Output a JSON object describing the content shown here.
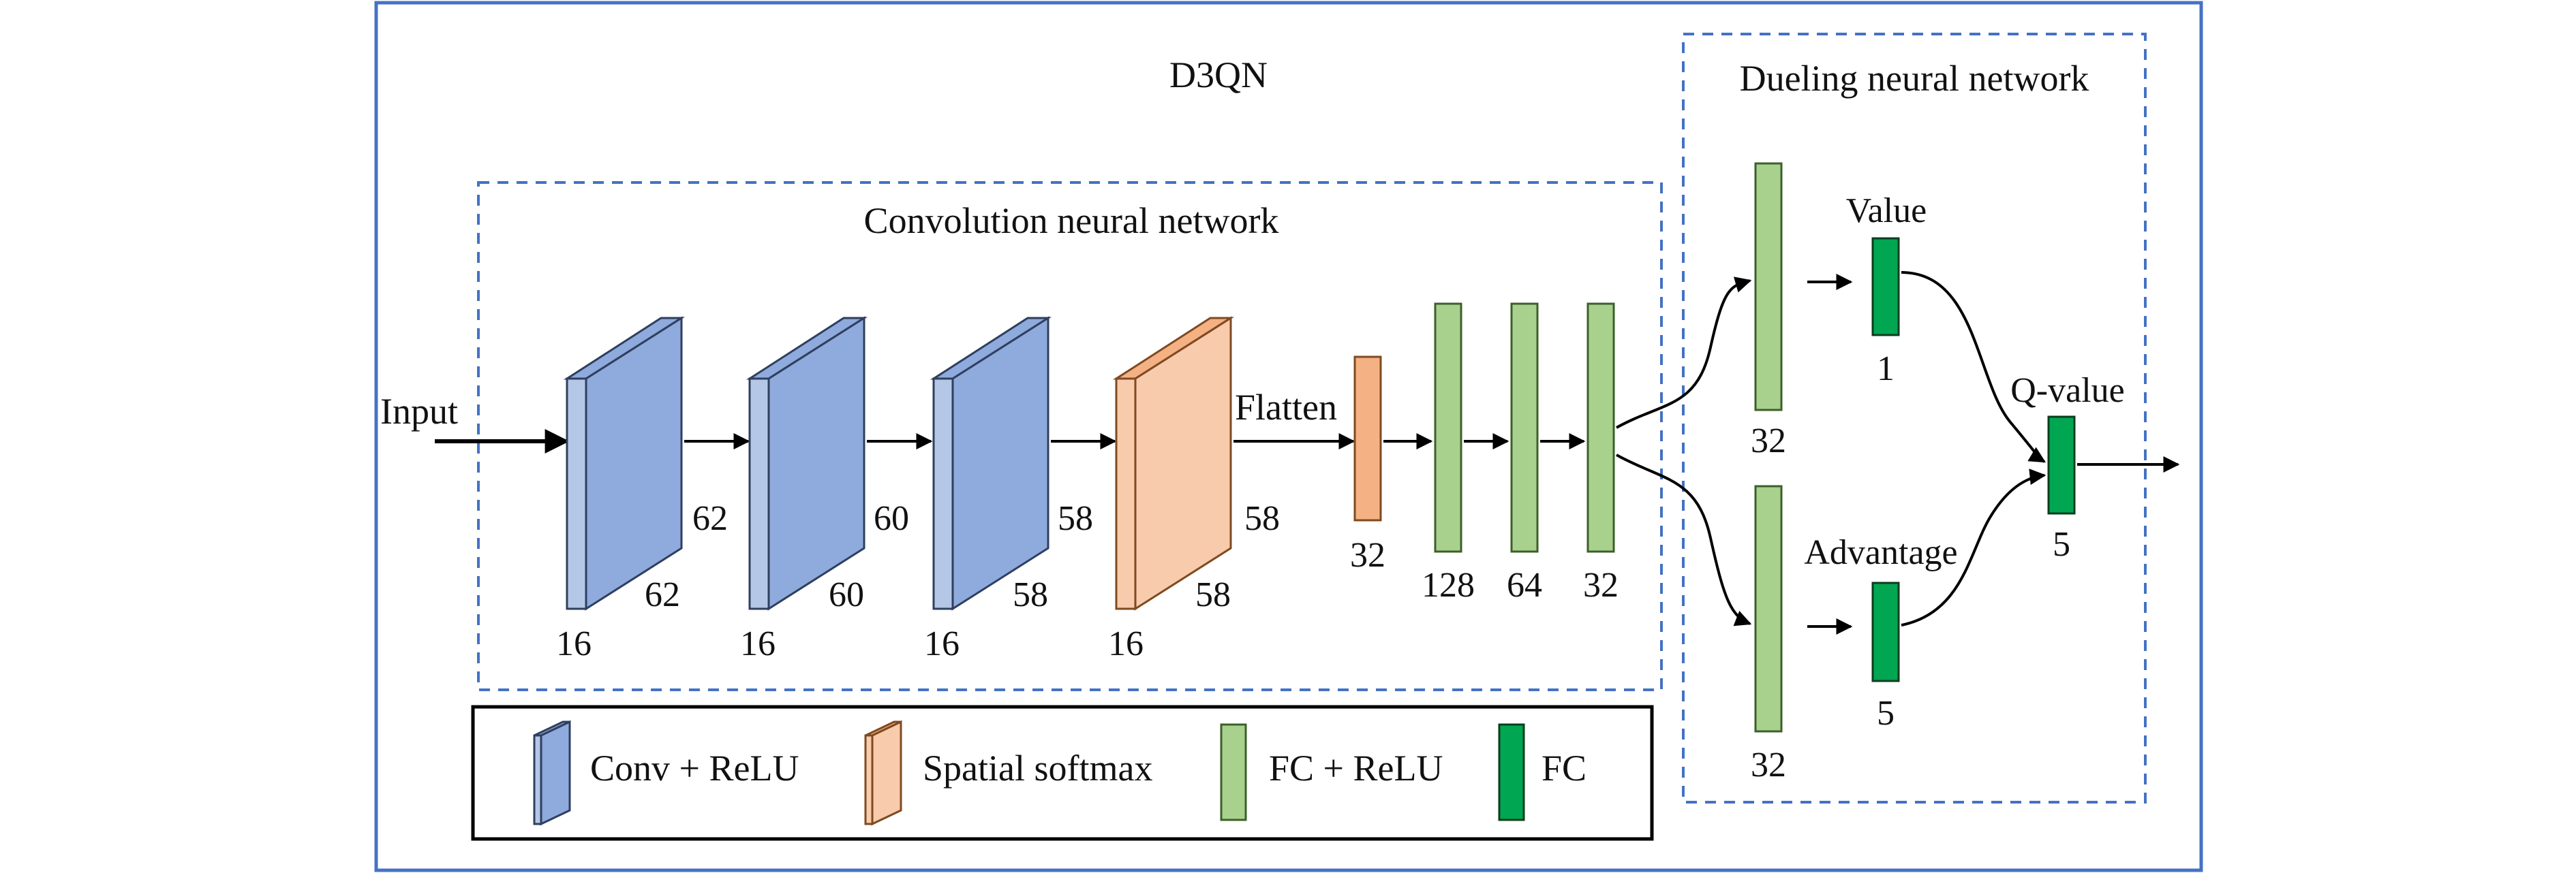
{
  "title": "D3QN",
  "cnn": {
    "title": "Convolution neural network",
    "input_label": "Input",
    "flatten_label": "Flatten",
    "blocks": [
      {
        "type": "Conv + ReLU",
        "height_dim": "62",
        "width_dim": "62",
        "channels": "16"
      },
      {
        "type": "Conv + ReLU",
        "height_dim": "60",
        "width_dim": "60",
        "channels": "16"
      },
      {
        "type": "Conv + ReLU",
        "height_dim": "58",
        "width_dim": "58",
        "channels": "16"
      },
      {
        "type": "Spatial softmax",
        "height_dim": "58",
        "width_dim": "58",
        "channels": "16"
      }
    ],
    "flatten_size": "32",
    "fc_layers": [
      "128",
      "64",
      "32"
    ]
  },
  "dueling": {
    "title": "Dueling neural network",
    "value_stream": {
      "hidden": "32",
      "label": "Value",
      "output": "1"
    },
    "advantage_stream": {
      "hidden": "32",
      "label": "Advantage",
      "output": "5"
    },
    "q_label": "Q-value",
    "q_size": "5"
  },
  "legend": [
    {
      "label": "Conv + ReLU",
      "icon": "conv-block-icon",
      "color": "#b4c7e7"
    },
    {
      "label": "Spatial softmax",
      "icon": "softmax-block-icon",
      "color": "#f8cbad"
    },
    {
      "label": "FC + ReLU",
      "icon": "fc-relu-icon",
      "color": "#a9d18e"
    },
    {
      "label": "FC",
      "icon": "fc-icon",
      "color": "#00a651"
    }
  ],
  "colors": {
    "frame": "#4472c4",
    "conv": "#b4c7e7",
    "softmax": "#f8cbad",
    "flatten": "#f4b183",
    "fc_relu": "#a9d18e",
    "fc": "#00a651"
  }
}
